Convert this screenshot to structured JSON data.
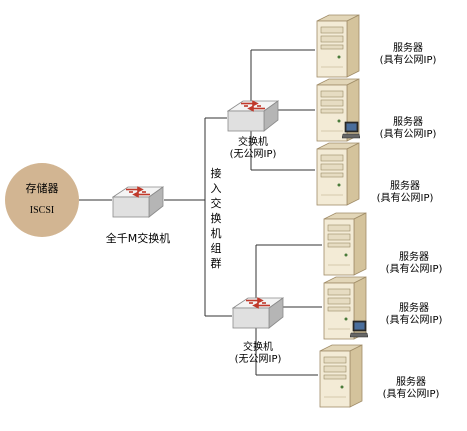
{
  "storage": {
    "title": "存储器",
    "subtitle": "ISCSI"
  },
  "core_switch": {
    "label": "全千M交换机"
  },
  "switch_cluster": {
    "label": "接入交换机组群"
  },
  "access_switches": [
    {
      "title": "交换机",
      "subtitle": "(无公网IP)"
    },
    {
      "title": "交换机",
      "subtitle": "(无公网IP)"
    }
  ],
  "servers": [
    {
      "title": "服务器",
      "subtitle": "(具有公网IP)"
    },
    {
      "title": "服务器",
      "subtitle": "(具有公网IP)"
    },
    {
      "title": "服务器",
      "subtitle": "(具有公网IP)"
    },
    {
      "title": "服务器",
      "subtitle": "(具有公网IP)"
    },
    {
      "title": "服务器",
      "subtitle": "(具有公网IP)"
    },
    {
      "title": "服务器",
      "subtitle": "(具有公网IP)"
    }
  ],
  "colors": {
    "storage_fill": "#d2b592",
    "server_body": "#f3ebd6",
    "switch_body": "#e6e6e6",
    "arrow": "#c0392b",
    "line": "#333333"
  }
}
